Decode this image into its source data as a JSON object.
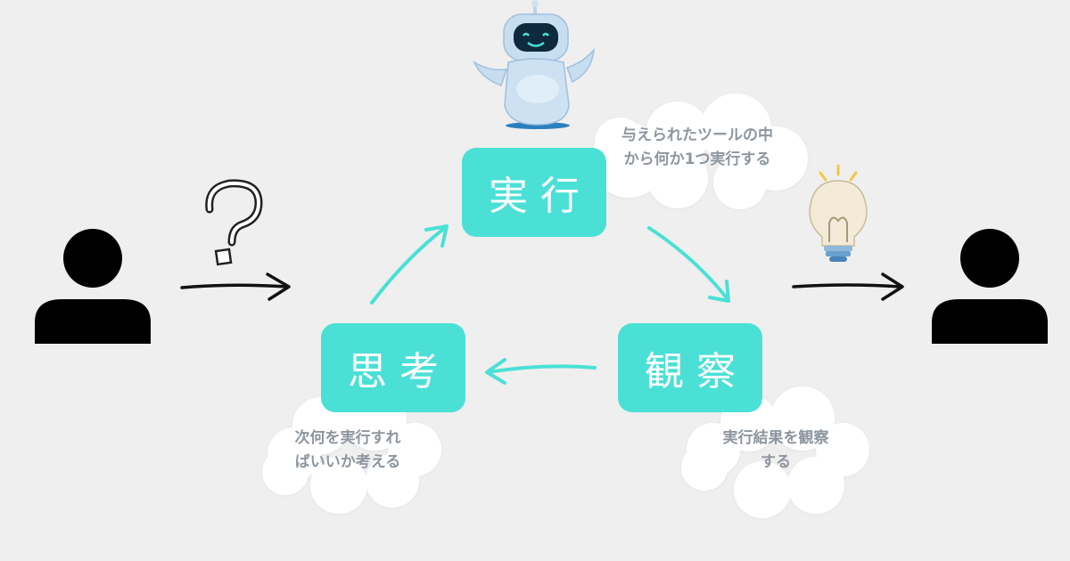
{
  "nodes": {
    "execute": "実行",
    "think": "思考",
    "observe": "観察"
  },
  "notes": {
    "execute": [
      "与えられたツールの中",
      "から何か1つ実行する"
    ],
    "think": [
      "次何を実行すれ",
      "ばいいか考える"
    ],
    "observe": [
      "実行結果を観察",
      "する"
    ]
  },
  "colors": {
    "background": "#efefef",
    "node": "#4be0d6",
    "node_text": "#ffffff",
    "cycle_arrow": "#4be0d6",
    "note_text": "#8e969f",
    "cloud": "#ffffff",
    "person": "#000000"
  },
  "icons": {
    "left_person": "user-icon",
    "question": "question-mark-icon",
    "robot": "robot-icon",
    "lightbulb": "lightbulb-icon",
    "right_person": "user-icon"
  }
}
